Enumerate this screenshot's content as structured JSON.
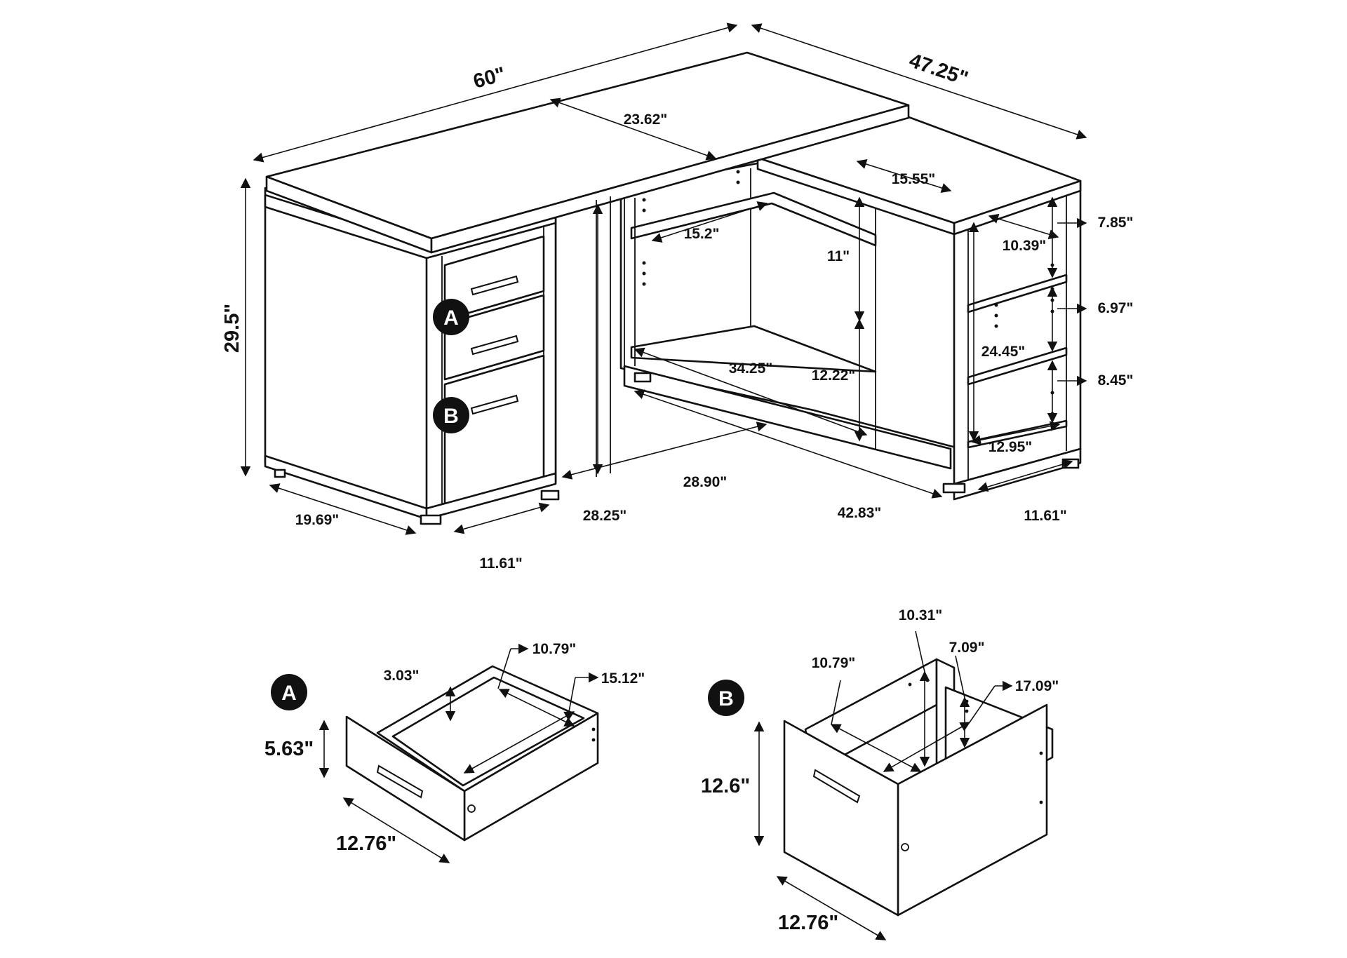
{
  "colors": {
    "line": "#111111",
    "background": "#ffffff"
  },
  "badges": {
    "a": "A",
    "b": "B"
  },
  "desk": {
    "width": "60\"",
    "return_depth": "47.25\"",
    "top_depth": "23.62\"",
    "return_top_width": "15.55\"",
    "height": "29.5\"",
    "cabinet_depth": "19.69\"",
    "cabinet_width": "11.61\"",
    "knee_height": "28.25\"",
    "knee_width": "28.90\"",
    "shelf_depth": "15.2\"",
    "upper_opening": "11\"",
    "shelf_width": "34.25\"",
    "lower_opening": "12.22\"",
    "return_length": "42.83\"",
    "bookcase_width": "11.61\"",
    "bookcase_shelf_depth": "10.39\"",
    "bookcase_top_gap": "7.85\"",
    "bookcase_mid_gap": "6.97\"",
    "bookcase_height": "24.45\"",
    "bookcase_bottom_gap": "8.45\"",
    "bookcase_bottom_width": "12.95\""
  },
  "drawer_a": {
    "depth_front": "3.03\"",
    "inner_width": "10.79\"",
    "inner_length": "15.12\"",
    "height": "5.63\"",
    "width": "12.76\""
  },
  "drawer_b": {
    "inner_height": "10.31\"",
    "inner_width": "10.79\"",
    "side_height": "7.09\"",
    "inner_length": "17.09\"",
    "height": "12.6\"",
    "width": "12.76\""
  }
}
